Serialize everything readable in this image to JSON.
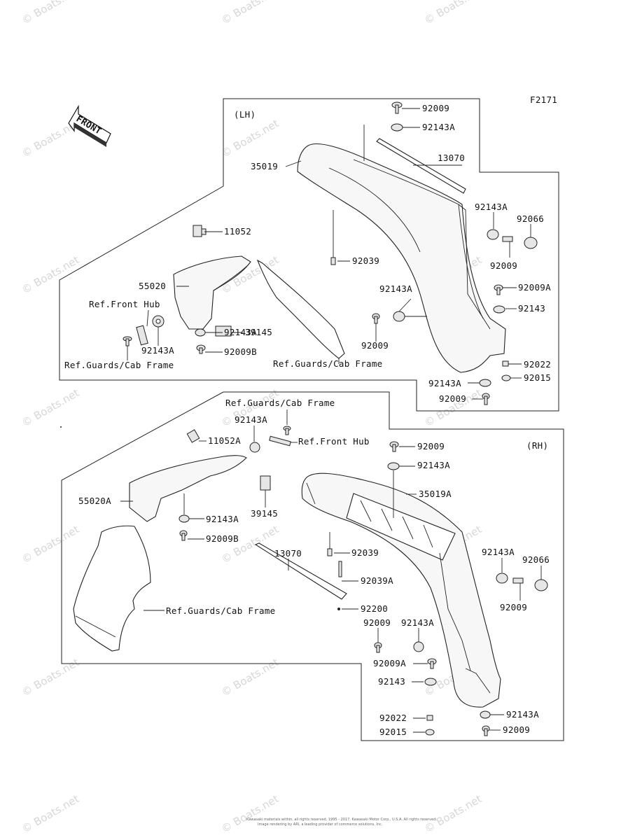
{
  "figure_code": "F2171",
  "front_arrow_label": "FRONT",
  "watermark": "© Boats.net",
  "footer": {
    "line1": "Kawasaki materials within, all rights reserved, 1995 - 2017, Kawasaki Motor Corp., U.S.A. All rights reserved.",
    "line2": "Image rendering by ARI, a leading provider of commerce solutions, Inc."
  },
  "lh": {
    "side_label": "(LH)",
    "labels": {
      "p92009_top": "92009",
      "p92143A_top": "92143A",
      "p13070": "13070",
      "p35019": "35019",
      "p92143A_r": "92143A",
      "p92066": "92066",
      "p92009_r": "92009",
      "p11052": "11052",
      "p92039": "92039",
      "p55020": "55020",
      "p92143A_mid": "92143A",
      "p92009A": "92009A",
      "ref_front_hub": "Ref.Front Hub",
      "p92143": "92143",
      "p39145": "39145",
      "p92009_mid": "92009",
      "p92143A_bracket": "92143A",
      "p92143A_left": "92143A",
      "p92009B": "92009B",
      "ref_guards_left": "Ref.Guards/Cab Frame",
      "ref_guards_right": "Ref.Guards/Cab Frame",
      "p92022": "92022",
      "p92143A_bot": "92143A",
      "p92015": "92015",
      "p92009_bot": "92009"
    }
  },
  "rh": {
    "side_label": "(RH)",
    "labels": {
      "ref_guards_top": "Ref.Guards/Cab Frame",
      "p92143A_top": "92143A",
      "p11052A": "11052A",
      "ref_front_hub": "Ref.Front Hub",
      "p92009_top": "92009",
      "p92143A_top2": "92143A",
      "p35019A": "35019A",
      "p55020A": "55020A",
      "p39145": "39145",
      "p92143A_l": "92143A",
      "p92009B": "92009B",
      "p13070": "13070",
      "p92039": "92039",
      "p92143A_r": "92143A",
      "p92066": "92066",
      "p92039A": "92039A",
      "p92009_r": "92009",
      "ref_guards_bottom": "Ref.Guards/Cab Frame",
      "p92200": "92200",
      "p92009_mid": "92009",
      "p92143A_mid": "92143A",
      "p92009A": "92009A",
      "p92143": "92143",
      "p92143A_bot": "92143A",
      "p92022": "92022",
      "p92015": "92015",
      "p92009_bot": "92009"
    }
  }
}
